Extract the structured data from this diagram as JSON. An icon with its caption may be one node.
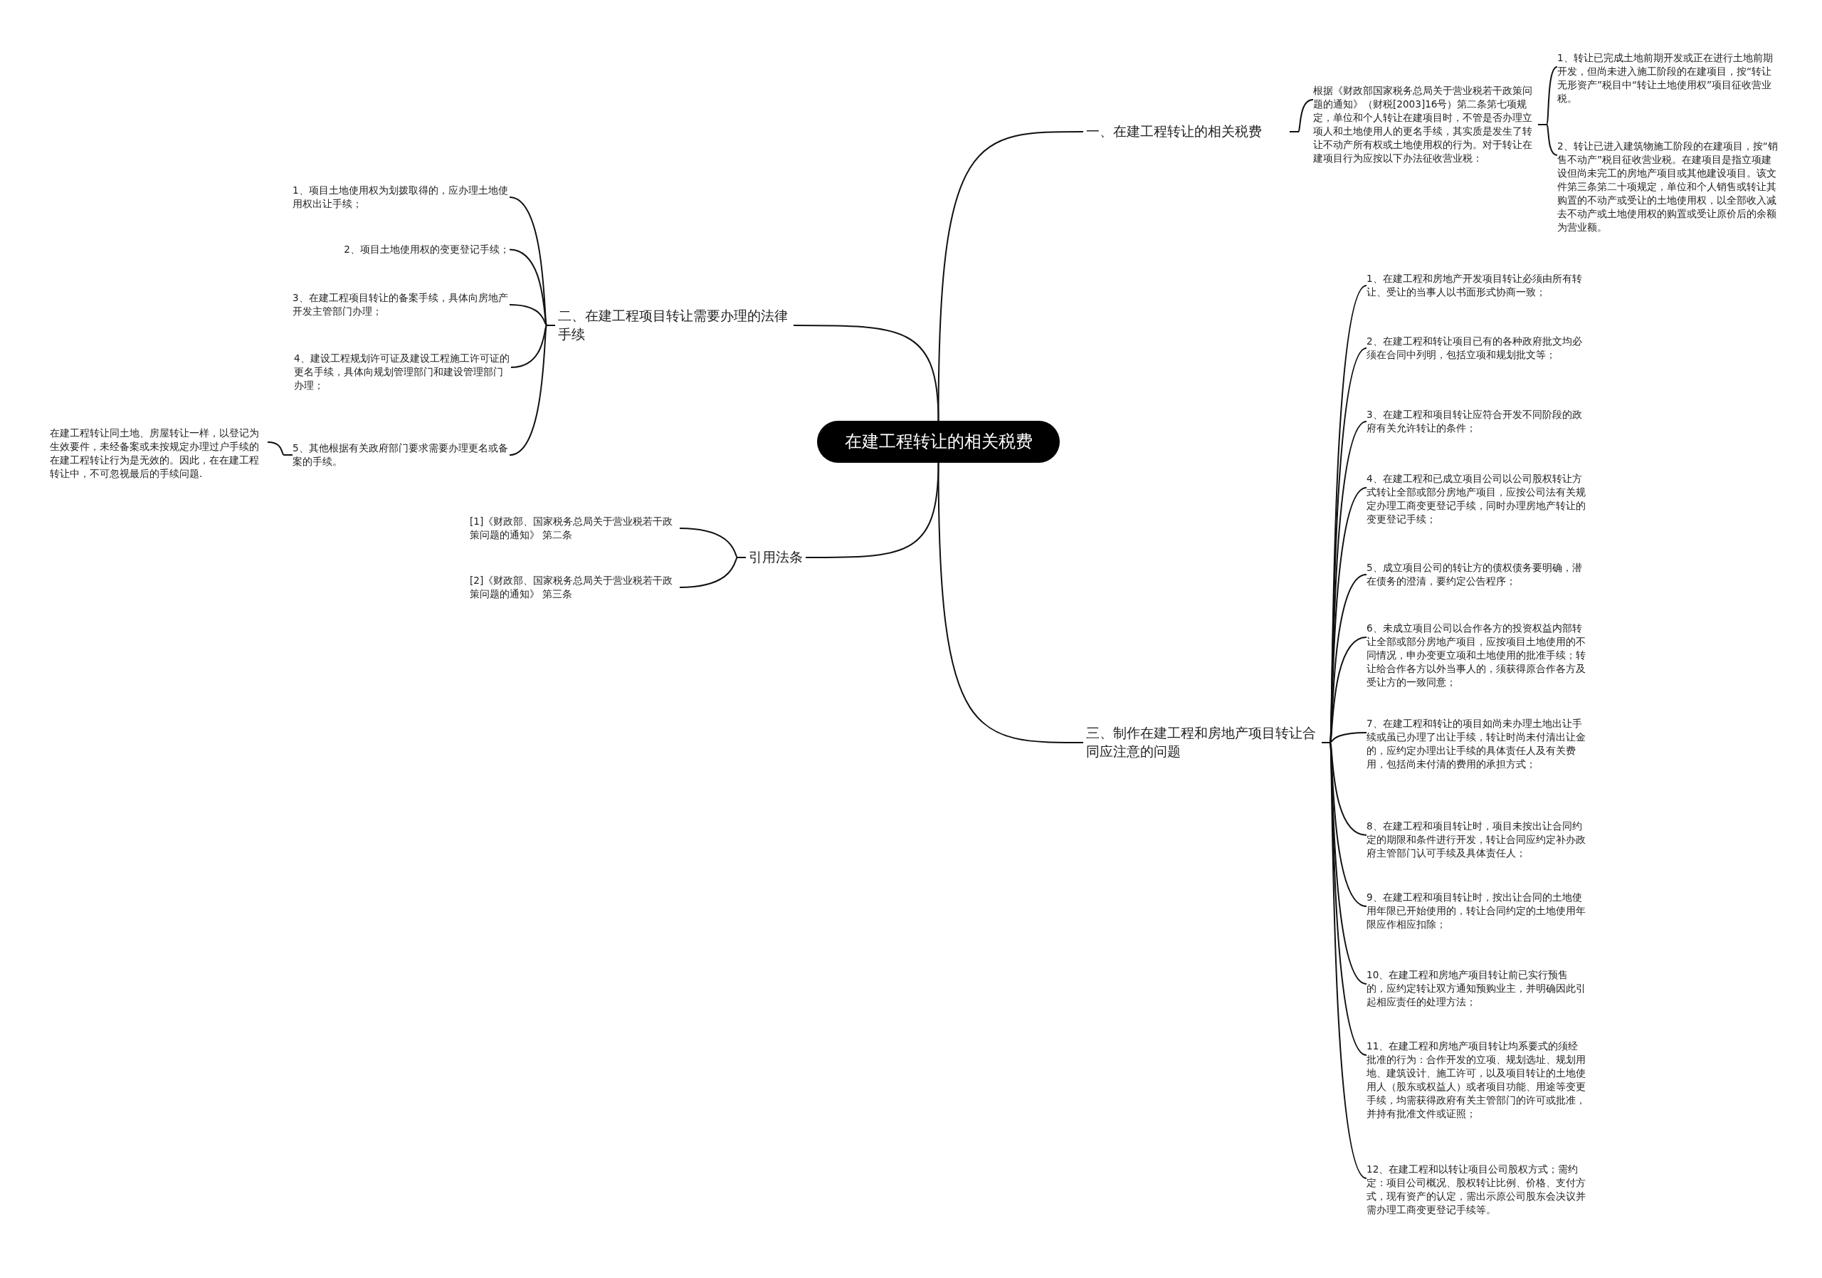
{
  "diagram": {
    "nodes": [
      {
        "text": [
          "在建工程转让的相关税费"
        ]
      },
      {
        "text": [
          "一、在建工程转让的相关税费"
        ]
      },
      {
        "text": [
          "根据《财政部国家税务总局关于营业税若干政策问题的通知》（财税[2003]16号）第二条第七项规定，单位和个人转让在建项目时，不管是否办理立项人和土地使用人的更名手续，其实质是发生了转让不动产所有权或土地使用权的行为。对于转让在建项目行为应按以下办法征收营业税："
        ]
      },
      {
        "text": [
          "1、转让已完成土地前期开发或正在进行土地前期开发，但尚未进入施工阶段的在建项目，按“转让无形资产”税目中“转让土地使用权”项目征收营业税。"
        ]
      },
      {
        "text": [
          "2、转让已进入建筑物施工阶段的在建项目，按“销售不动产”税目征收营业税。在建项目是指立项建设但尚未完工的房地产项目或其他建设项目。该文件第三条第二十项规定，单位和个人销售或转让其购置的不动产或受让的土地使用权，以全部收入减去不动产或土地使用权的购置或受让原价后的余额为营业额。"
        ]
      },
      {
        "text": [
          "二、在建工程项目转让需要办理的法律手续"
        ]
      },
      {
        "text": [
          "1、项目土地使用权为划拨取得的，应办理土地使用权出让手续；"
        ]
      },
      {
        "text": [
          "2、项目土地使用权的变更登记手续；"
        ]
      },
      {
        "text": [
          "3、在建工程项目转让的备案手续，具体向房地产开发主管部门办理；"
        ]
      },
      {
        "text": [
          "4、建设工程规划许可证及建设工程施工许可证的更名手续，具体向规划管理部门和建设管理部门办理；"
        ]
      },
      {
        "text": [
          "5、其他根据有关政府部门要求需要办理更名或备案的手续。"
        ]
      },
      {
        "text": [
          "在建工程转让同土地、房屋转让一样，以登记为生效要件，未经备案或未按规定办理过户手续的在建工程转让行为是无效的。因此，在在建工程转让中，不可忽视最后的手续问题."
        ]
      },
      {
        "text": [
          "引用法条"
        ]
      },
      {
        "text": [
          "[1]《财政部、国家税务总局关于营业税若干政策问题的通知》 第二条"
        ]
      },
      {
        "text": [
          "[2]《财政部、国家税务总局关于营业税若干政策问题的通知》 第三条"
        ]
      },
      {
        "text": [
          "三、制作在建工程和房地产项目转让合同应注意的问题"
        ]
      },
      {
        "text": [
          "1、在建工程和房地产开发项目转让必须由所有转让、受让的当事人以书面形式协商一致；"
        ]
      },
      {
        "text": [
          "2、在建工程和转让项目已有的各种政府批文均必须在合同中列明，包括立项和规划批文等；"
        ]
      },
      {
        "text": [
          "3、在建工程和项目转让应符合开发不同阶段的政府有关允许转让的条件；"
        ]
      },
      {
        "text": [
          "4、在建工程和已成立项目公司以公司股权转让方式转让全部或部分房地产项目，应按公司法有关规定办理工商变更登记手续，同时办理房地产转让的变更登记手续；"
        ]
      },
      {
        "text": [
          "5、成立项目公司的转让方的债权债务要明确，潜在债务的澄清，要约定公告程序；"
        ]
      },
      {
        "text": [
          "6、未成立项目公司以合作各方的投资权益内部转让全部或部分房地产项目，应按项目土地使用的不同情况，申办变更立项和土地使用的批准手续；转让给合作各方以外当事人的，须获得原合作各方及受让方的一致同意；"
        ]
      },
      {
        "text": [
          "7、在建工程和转让的项目如尚未办理土地出让手续或虽已办理了出让手续，转让时尚未付清出让金的，应约定办理出让手续的具体责任人及有关费用，包括尚未付清的费用的承担方式；"
        ]
      },
      {
        "text": [
          "8、在建工程和项目转让时，项目未按出让合同约定的期限和条件进行开发，转让合同应约定补办政府主管部门认可手续及具体责任人；"
        ]
      },
      {
        "text": [
          "9、在建工程和项目转让时，按出让合同的土地使用年限已开始使用的，转让合同约定的土地使用年限应作相应扣除；"
        ]
      },
      {
        "text": [
          "10、在建工程和房地产项目转让前已实行预售的，应约定转让双方通知预购业主，并明确因此引起相应责任的处理方法；"
        ]
      },
      {
        "text": [
          "11、在建工程和房地产项目转让均系要式的须经批准的行为：合作开发的立项、规划选址、规划用地、建筑设计、施工许可，以及项目转让的土地使用人（股东或权益人）或者项目功能、用途等变更手续，均需获得政府有关主管部门的许可或批准，并持有批准文件或证照；"
        ]
      },
      {
        "text": [
          "12、在建工程和以转让项目公司股权方式；需约定：项目公司概况、股权转让比例、价格、支付方式，现有资产的认定，需出示原公司股东会决议并需办理工商变更登记手续等。"
        ]
      }
    ],
    "edges": [
      {
        "from": 0,
        "to": 1,
        "arrow": "none"
      },
      {
        "from": 1,
        "to": 2,
        "arrow": "none"
      },
      {
        "from": 2,
        "to": 3,
        "arrow": "none"
      },
      {
        "from": 2,
        "to": 4,
        "arrow": "none"
      },
      {
        "from": 0,
        "to": 5,
        "arrow": "none"
      },
      {
        "from": 5,
        "to": 6,
        "arrow": "none"
      },
      {
        "from": 5,
        "to": 7,
        "arrow": "none"
      },
      {
        "from": 5,
        "to": 8,
        "arrow": "none"
      },
      {
        "from": 5,
        "to": 9,
        "arrow": "none"
      },
      {
        "from": 5,
        "to": 10,
        "arrow": "none"
      },
      {
        "from": 10,
        "to": 11,
        "arrow": "none"
      },
      {
        "from": 0,
        "to": 12,
        "arrow": "none"
      },
      {
        "from": 12,
        "to": 13,
        "arrow": "none"
      },
      {
        "from": 12,
        "to": 14,
        "arrow": "none"
      },
      {
        "from": 0,
        "to": 15,
        "arrow": "none"
      },
      {
        "from": 15,
        "to": 16,
        "arrow": "none"
      },
      {
        "from": 15,
        "to": 17,
        "arrow": "none"
      },
      {
        "from": 15,
        "to": 18,
        "arrow": "none"
      },
      {
        "from": 15,
        "to": 19,
        "arrow": "none"
      },
      {
        "from": 15,
        "to": 20,
        "arrow": "none"
      },
      {
        "from": 15,
        "to": 21,
        "arrow": "none"
      },
      {
        "from": 15,
        "to": 22,
        "arrow": "none"
      },
      {
        "from": 15,
        "to": 23,
        "arrow": "none"
      },
      {
        "from": 15,
        "to": 24,
        "arrow": "none"
      },
      {
        "from": 15,
        "to": 25,
        "arrow": "none"
      },
      {
        "from": 15,
        "to": 26,
        "arrow": "none"
      },
      {
        "from": 15,
        "to": 27,
        "arrow": "none"
      }
    ]
  }
}
